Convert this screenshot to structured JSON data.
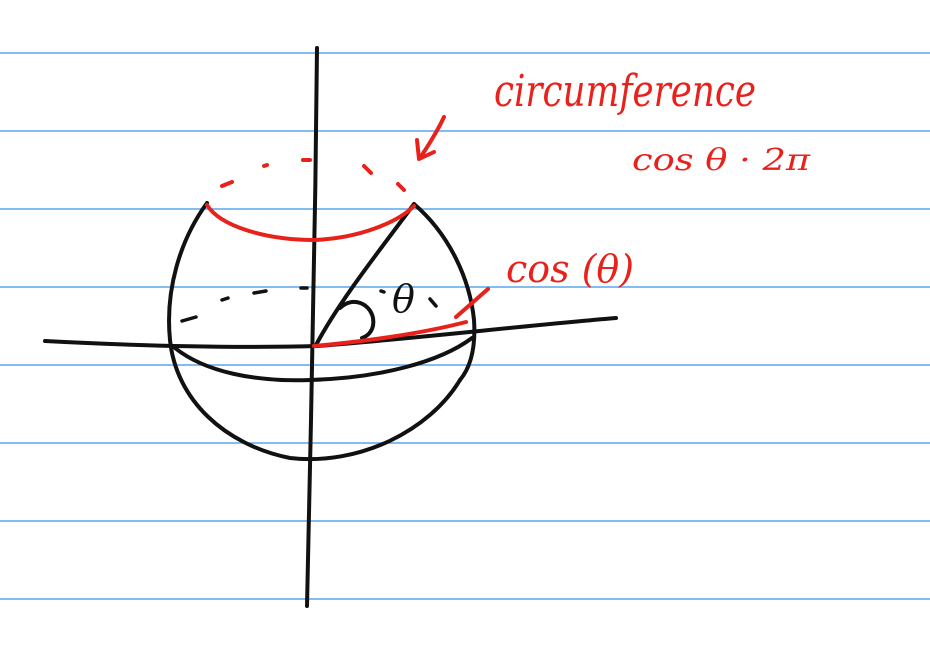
{
  "labels": {
    "circumference": "circumference",
    "formula": "cos θ · 2π",
    "cos_theta": "cos (θ)",
    "theta": "θ"
  },
  "colors": {
    "paper": "#ffffff",
    "rule_lines": "#5aa6ec",
    "black_ink": "#111111",
    "red_ink": "#e8211b"
  }
}
